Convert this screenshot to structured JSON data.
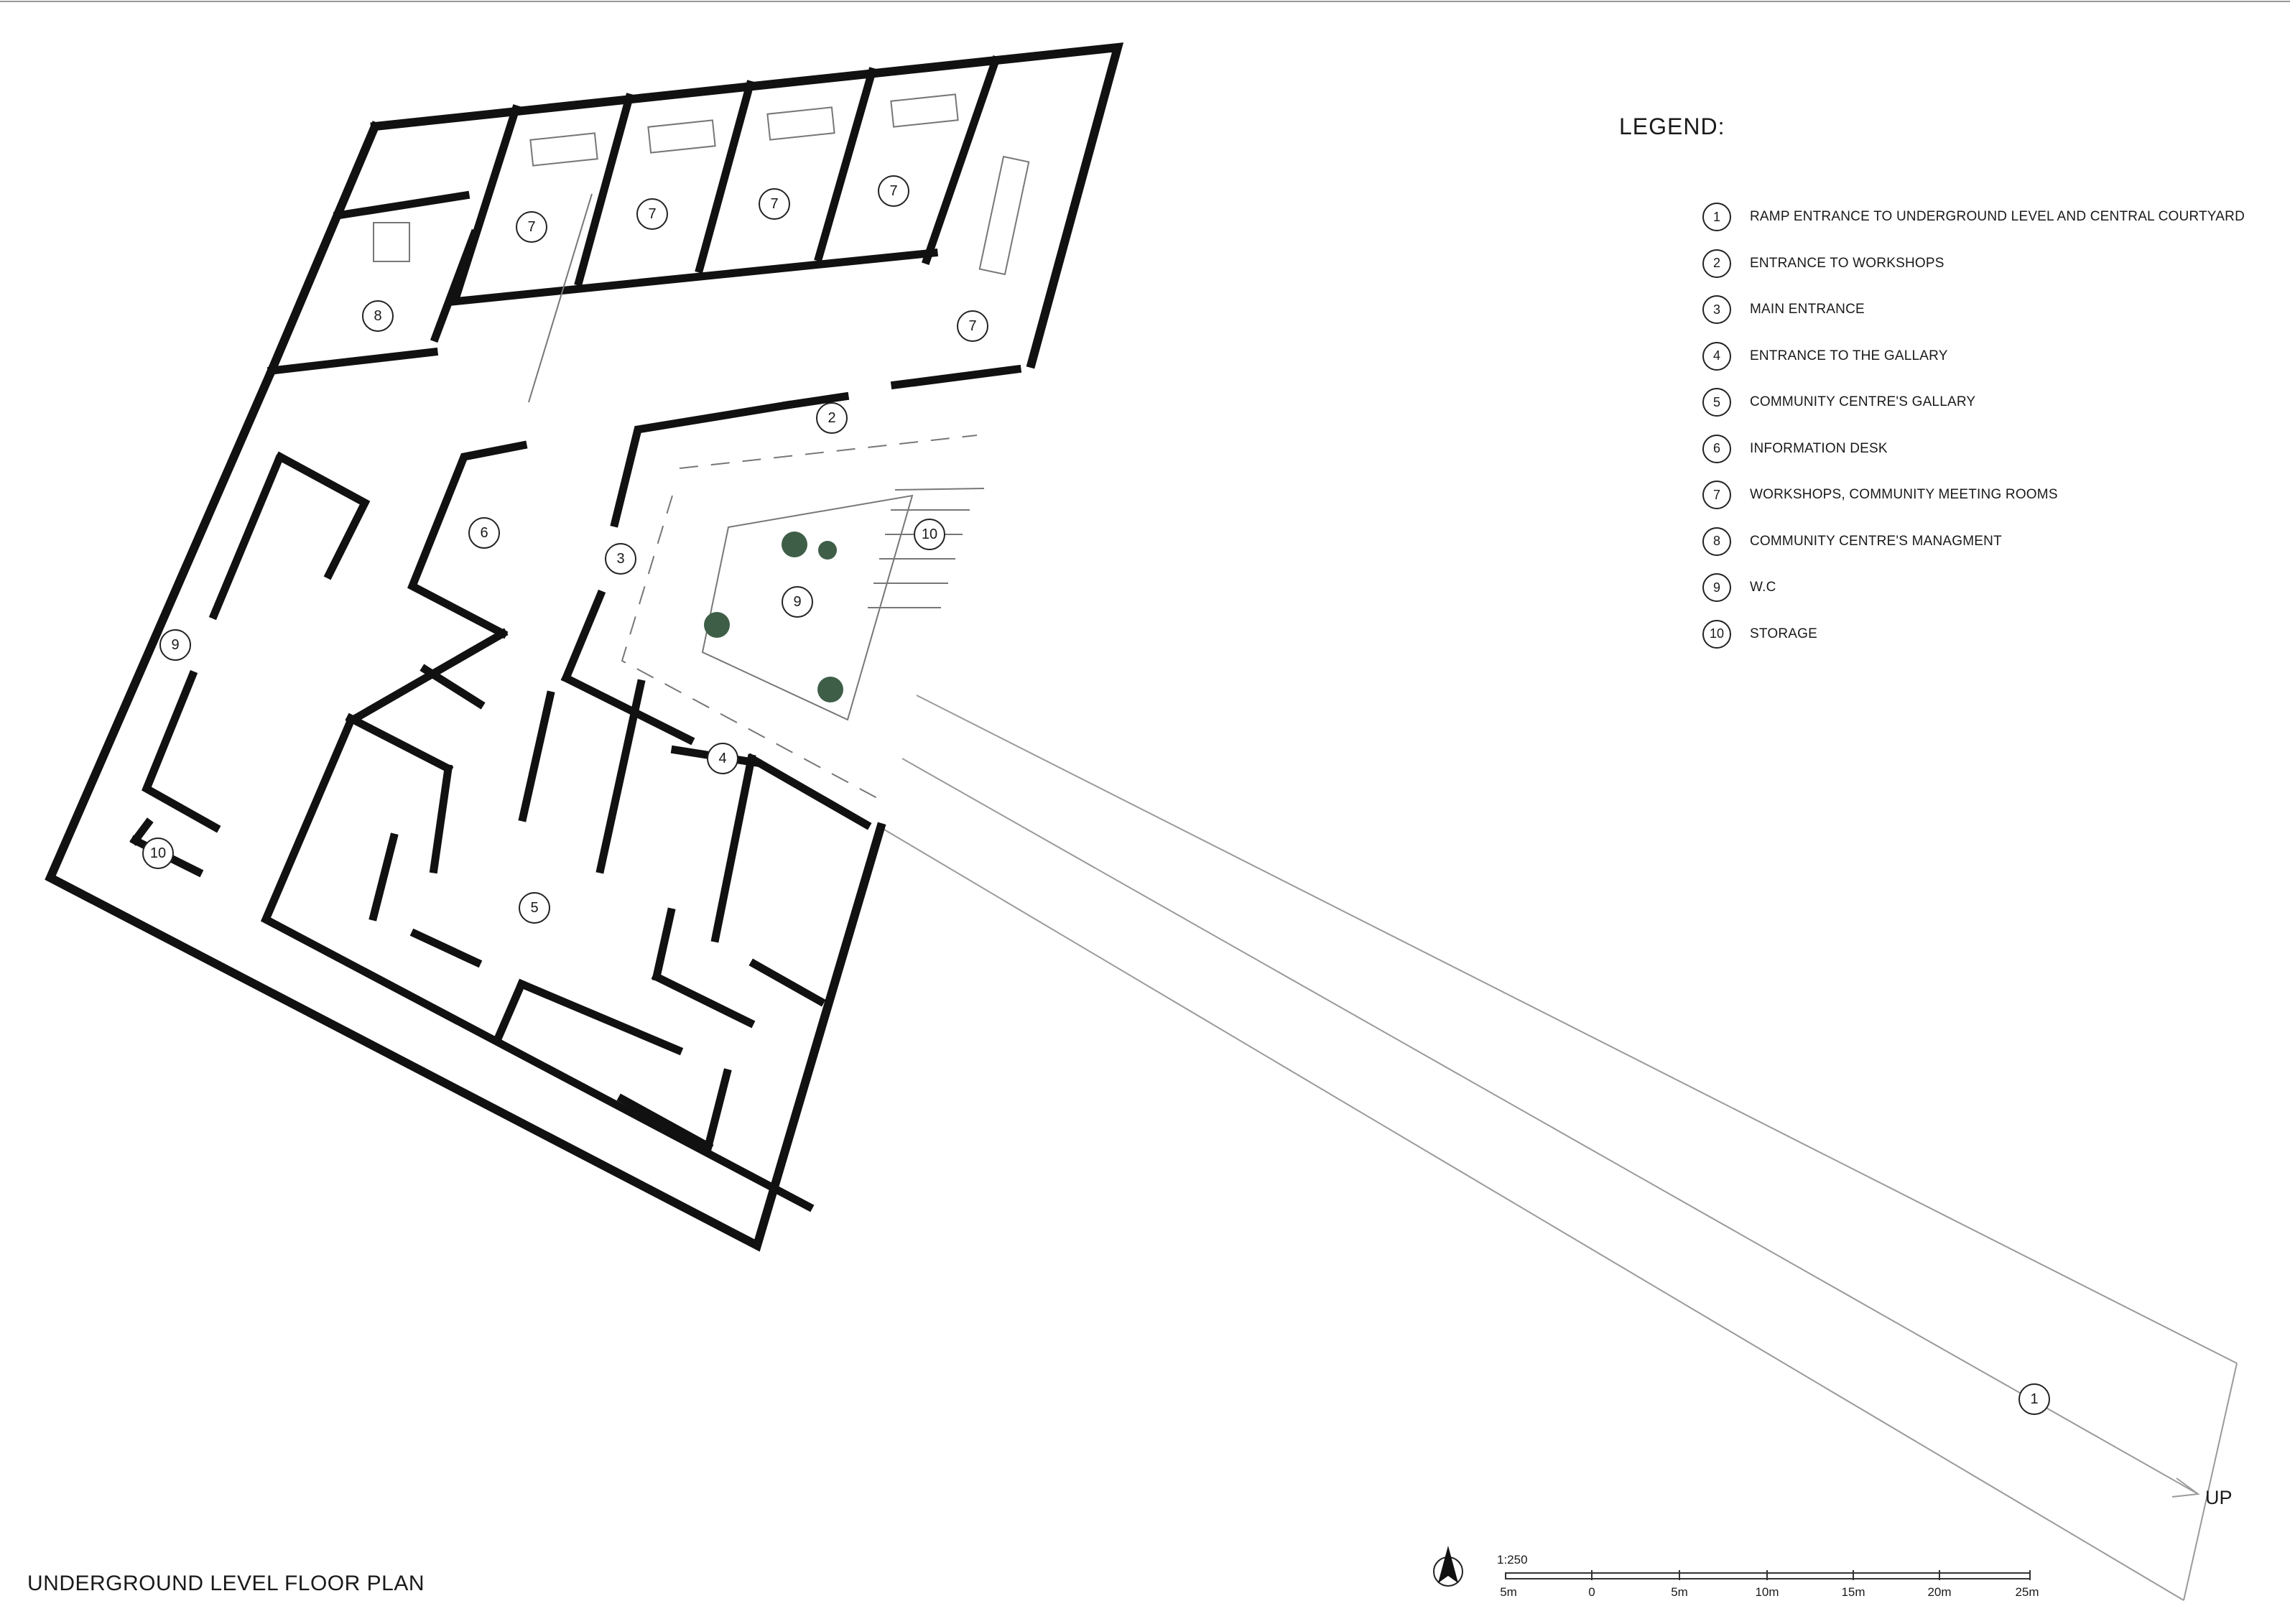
{
  "drawing": {
    "title": "UNDERGROUND LEVEL FLOOR PLAN",
    "scale": "1:250",
    "direction_label": "UP",
    "north_arrow_icon": "north-arrow-icon"
  },
  "legend": {
    "heading": "LEGEND:",
    "items": [
      {
        "number": "1",
        "text": "RAMP ENTRANCE TO UNDERGROUND LEVEL AND CENTRAL COURTYARD"
      },
      {
        "number": "2",
        "text": "ENTRANCE TO WORKSHOPS"
      },
      {
        "number": "3",
        "text": "MAIN ENTRANCE"
      },
      {
        "number": "4",
        "text": "ENTRANCE TO THE GALLARY"
      },
      {
        "number": "5",
        "text": "COMMUNITY CENTRE'S GALLARY"
      },
      {
        "number": "6",
        "text": "INFORMATION DESK"
      },
      {
        "number": "7",
        "text": "WORKSHOPS, COMMUNITY MEETING ROOMS"
      },
      {
        "number": "8",
        "text": "COMMUNITY CENTRE'S MANAGMENT"
      },
      {
        "number": "9",
        "text": "W.C"
      },
      {
        "number": "10",
        "text": "STORAGE"
      }
    ]
  },
  "scale_bar": {
    "ticks": [
      "5m",
      "0",
      "5m",
      "10m",
      "15m",
      "20m",
      "25m"
    ]
  },
  "room_labels": [
    "7",
    "7",
    "7",
    "7",
    "7",
    "8",
    "7",
    "2",
    "6",
    "3",
    "10",
    "9",
    "9",
    "4",
    "10",
    "5",
    "1"
  ],
  "colors": {
    "wall": "#111111",
    "thin_line": "#8a8a8a",
    "tree": "#3f5e48"
  }
}
